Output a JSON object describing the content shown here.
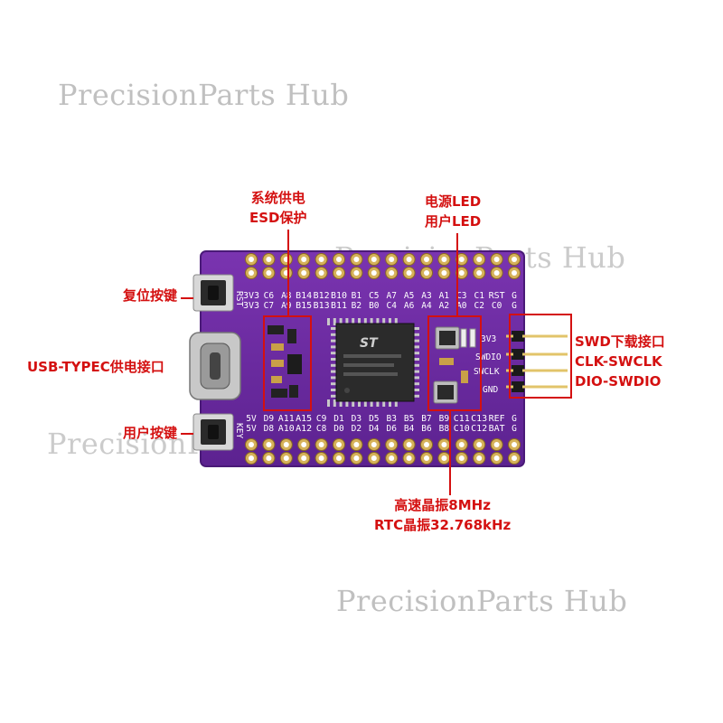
{
  "watermarks": [
    "PrecisionParts Hub",
    "PrecisionParts Hub",
    "PrecisionParts Hub",
    "PrecisionParts Hub"
  ],
  "callouts": {
    "esd": [
      "系统供电",
      "ESD保护"
    ],
    "led": [
      "电源LED",
      "用户LED"
    ],
    "reset": "复位按键",
    "usb": "USB-TYPEC供电接口",
    "user_key": "用户按键",
    "swd": [
      "SWD下载接口",
      "CLK-SWCLK",
      "DIO-SWDIO"
    ],
    "crystal": [
      "高速晶振8MHz",
      "RTC晶振32.768kHz"
    ]
  },
  "board": {
    "pcb_color": "#6a2a9c",
    "silk_color": "#ffffff",
    "callout_color": "#d41010",
    "chip_marking": "ST",
    "button_labels": [
      "RST",
      "KEY"
    ],
    "swd_labels": [
      "3V3",
      "SWDIO",
      "SWCLK",
      "GND"
    ],
    "top_row_1": [
      "3V3",
      "C6",
      "A8",
      "B14",
      "B12",
      "B10",
      "B1",
      "C5",
      "A7",
      "A5",
      "A3",
      "A1",
      "C3",
      "C1",
      "RST",
      "G"
    ],
    "top_row_2": [
      "3V3",
      "C7",
      "A9",
      "B15",
      "B13",
      "B11",
      "B2",
      "B0",
      "C4",
      "A6",
      "A4",
      "A2",
      "A0",
      "C2",
      "C0",
      "G"
    ],
    "bot_row_1": [
      "5V",
      "D9",
      "A11",
      "A15",
      "C9",
      "D1",
      "D3",
      "D5",
      "B3",
      "B5",
      "B7",
      "B9",
      "C11",
      "C13",
      "REF",
      "G"
    ],
    "bot_row_2": [
      "5V",
      "D8",
      "A10",
      "A12",
      "C8",
      "D0",
      "D2",
      "D4",
      "D6",
      "B4",
      "B6",
      "B8",
      "C10",
      "C12",
      "BAT",
      "G"
    ]
  }
}
